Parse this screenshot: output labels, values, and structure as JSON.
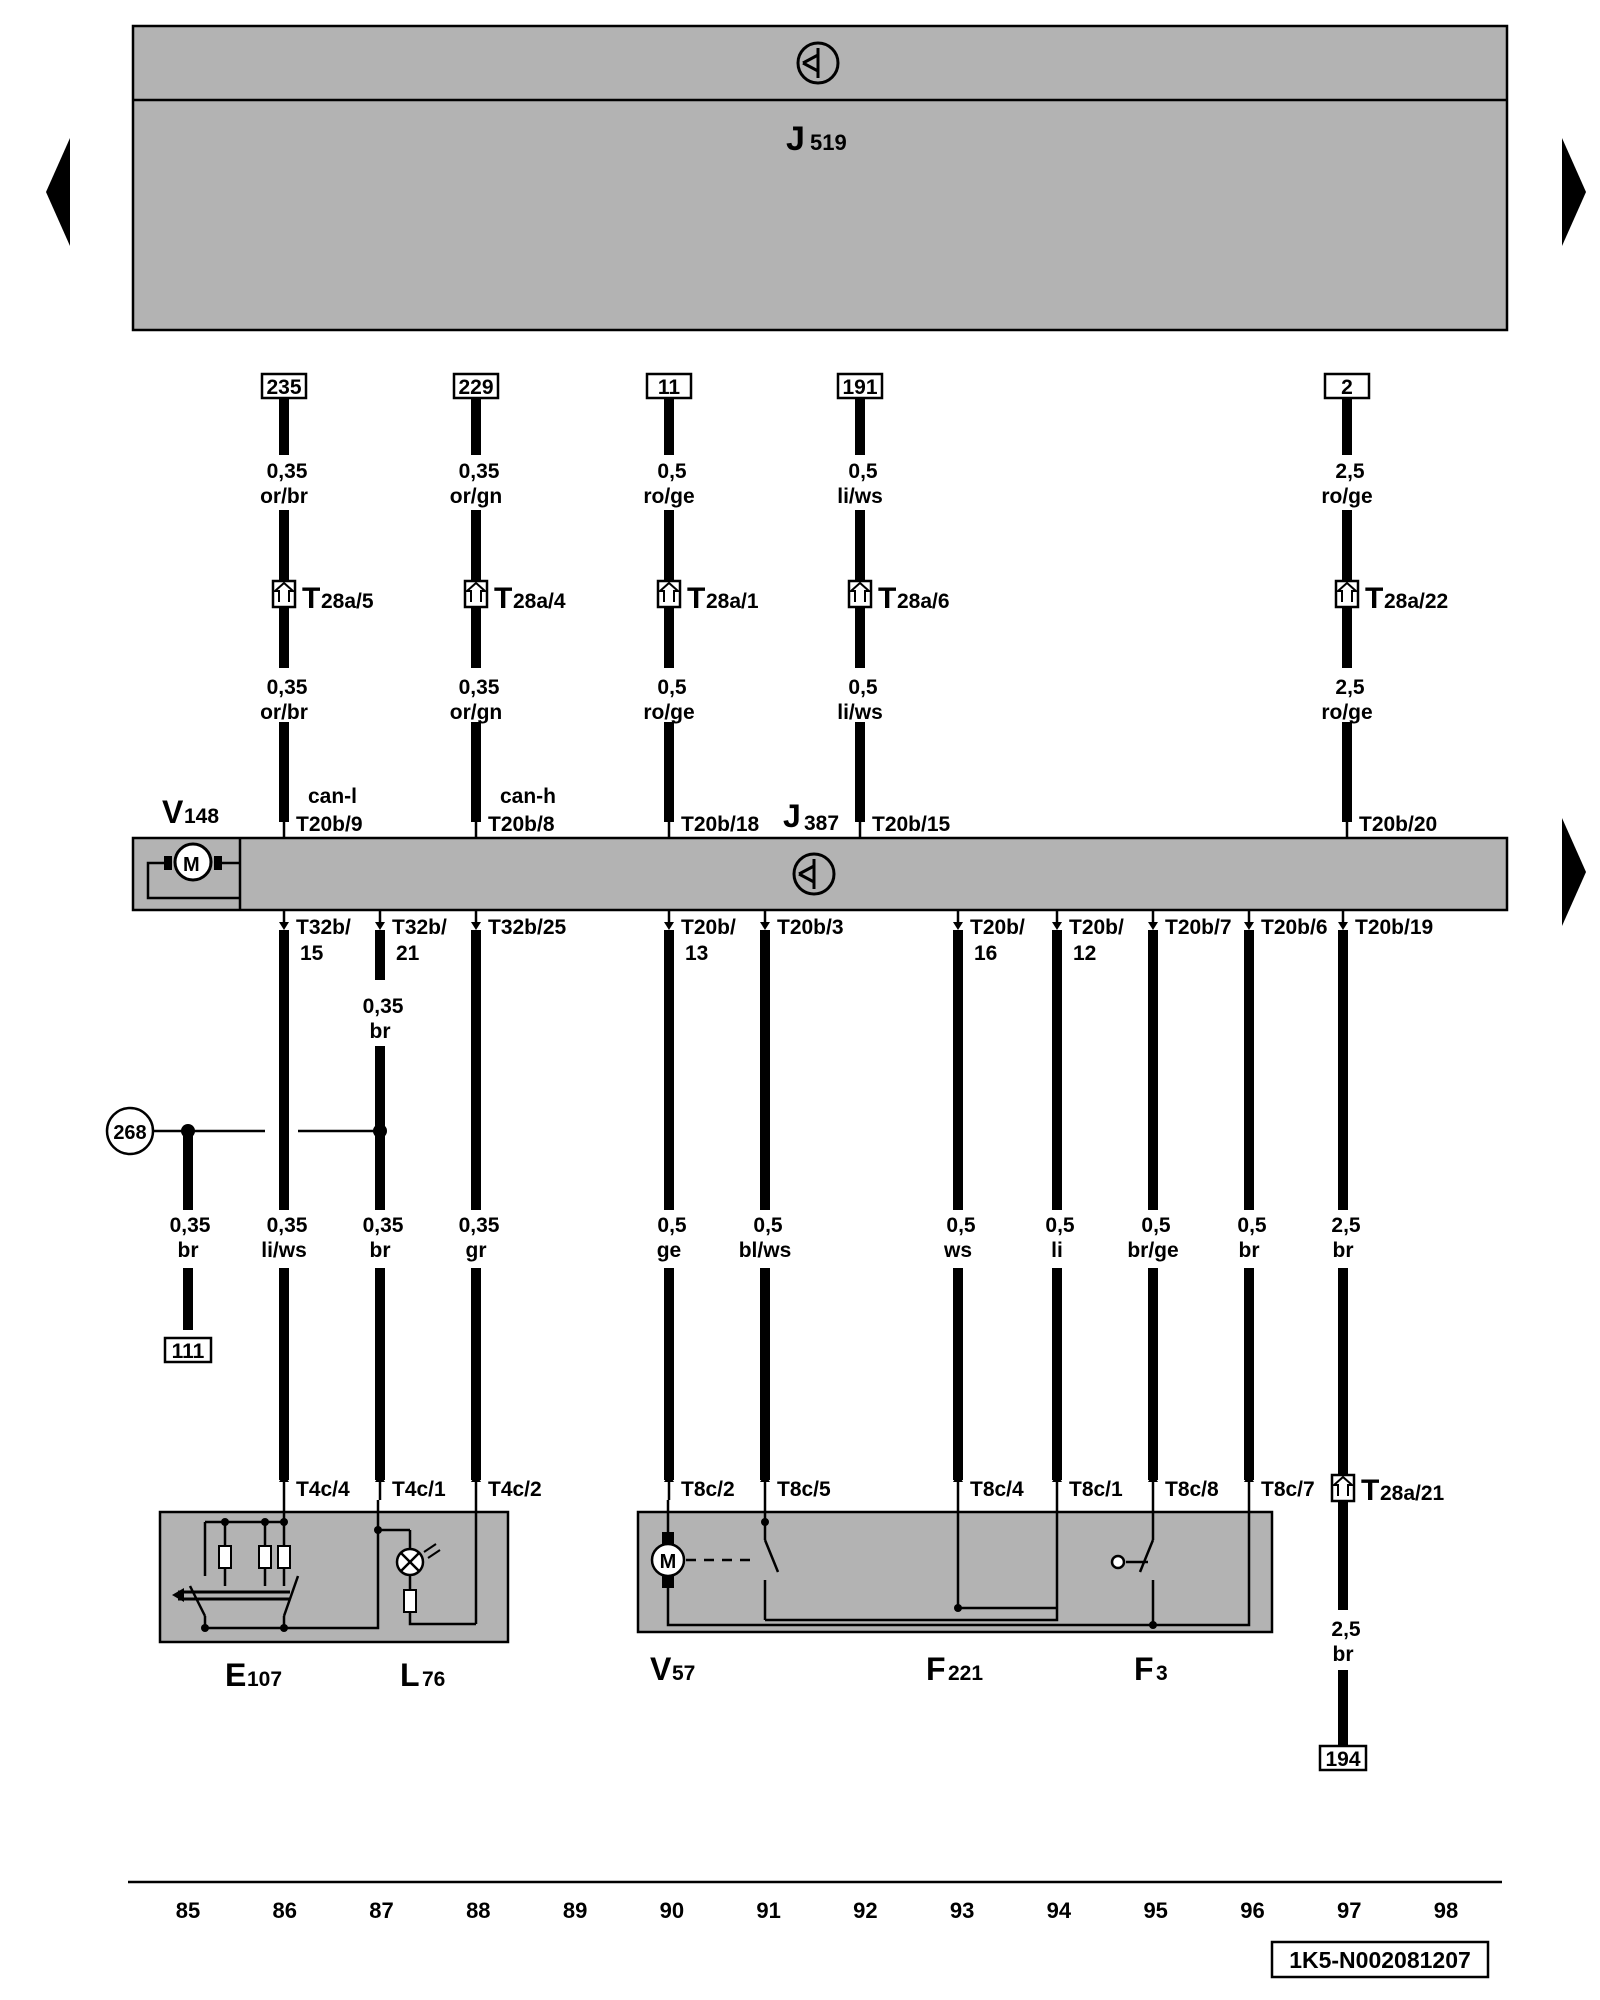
{
  "control_units": {
    "top": {
      "name": "J",
      "sub": "519"
    },
    "middle": {
      "name": "J",
      "sub": "387"
    },
    "motor": {
      "name": "V",
      "sub": "148",
      "symbol": "M"
    }
  },
  "references_top": [
    {
      "id": "ref-235",
      "text": "235"
    },
    {
      "id": "ref-229",
      "text": "229"
    },
    {
      "id": "ref-11",
      "text": "11"
    },
    {
      "id": "ref-191",
      "text": "191"
    },
    {
      "id": "ref-2",
      "text": "2"
    }
  ],
  "upper_wires": [
    {
      "id": "w235",
      "a1": "0,35",
      "b1": "or/br",
      "conn": "T",
      "conn_sub": "28a/5",
      "a2": "0,35",
      "b2": "or/br",
      "bus": "can-l",
      "pin": "T20b/9"
    },
    {
      "id": "w229",
      "a1": "0,35",
      "b1": "or/gn",
      "conn": "T",
      "conn_sub": "28a/4",
      "a2": "0,35",
      "b2": "or/gn",
      "bus": "can-h",
      "pin": "T20b/8"
    },
    {
      "id": "w11",
      "a1": "0,5",
      "b1": "ro/ge",
      "conn": "T",
      "conn_sub": "28a/1",
      "a2": "0,5",
      "b2": "ro/ge",
      "pin": "T20b/18"
    },
    {
      "id": "w191",
      "a1": "0,5",
      "b1": "li/ws",
      "conn": "T",
      "conn_sub": "28a/6",
      "a2": "0,5",
      "b2": "li/ws",
      "pin": "T20b/15"
    },
    {
      "id": "w2",
      "a1": "2,5",
      "b1": "ro/ge",
      "conn": "T",
      "conn_sub": "28a/22",
      "a2": "2,5",
      "b2": "ro/ge",
      "pin": "T20b/20"
    }
  ],
  "lower_wires": [
    {
      "id": "l86",
      "pin1": "T32b/",
      "pin2": "15",
      "size": "0,35",
      "color": "li/ws",
      "end": "T4c/4"
    },
    {
      "id": "l87",
      "pin1": "T32b/",
      "pin2": "21",
      "mid_size": "0,35",
      "mid_color": "br",
      "size": "0,35",
      "color": "br",
      "end": "T4c/1"
    },
    {
      "id": "l88",
      "pin1": "T32b/25",
      "size": "0,35",
      "color": "gr",
      "end": "T4c/2"
    },
    {
      "id": "l90",
      "pin1": "T20b/",
      "pin2": "13",
      "size": "0,5",
      "color": "ge",
      "end": "T8c/2"
    },
    {
      "id": "l91",
      "pin1": "T20b/3",
      "size": "0,5",
      "color": "bl/ws",
      "end": "T8c/5"
    },
    {
      "id": "l93",
      "pin1": "T20b/",
      "pin2": "16",
      "size": "0,5",
      "color": "ws",
      "end": "T8c/4"
    },
    {
      "id": "l94",
      "pin1": "T20b/",
      "pin2": "12",
      "size": "0,5",
      "color": "li",
      "end": "T8c/1"
    },
    {
      "id": "l95",
      "pin1": "T20b/7",
      "size": "0,5",
      "color": "br/ge",
      "end": "T8c/8"
    },
    {
      "id": "l96",
      "pin1": "T20b/6",
      "size": "0,5",
      "color": "br",
      "end": "T8c/7"
    },
    {
      "id": "l97",
      "pin1": "T20b/19",
      "size": "2,5",
      "color": "br",
      "end_conn": "T",
      "end_conn_sub": "28a/21",
      "size2": "2,5",
      "color2": "br"
    }
  ],
  "ground": {
    "point": "268",
    "size": "0,35",
    "color": "br",
    "ref": "111"
  },
  "ref_bottom": "194",
  "components": [
    {
      "id": "E107",
      "name": "E",
      "sub": "107"
    },
    {
      "id": "L76",
      "name": "L",
      "sub": "76"
    },
    {
      "id": "V57",
      "name": "V",
      "sub": "57"
    },
    {
      "id": "F221",
      "name": "F",
      "sub": "221"
    },
    {
      "id": "F3",
      "name": "F",
      "sub": "3"
    }
  ],
  "v57_symbol": "M",
  "tracks": [
    "85",
    "86",
    "87",
    "88",
    "89",
    "90",
    "91",
    "92",
    "93",
    "94",
    "95",
    "96",
    "97",
    "98"
  ],
  "code": "1K5-N002081207"
}
